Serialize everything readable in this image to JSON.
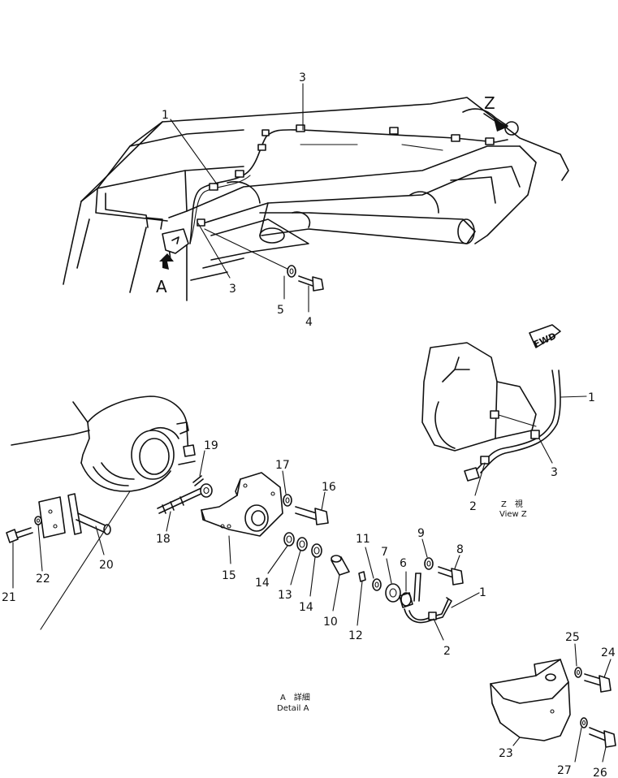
{
  "view_labels": {
    "z": "Z",
    "a": "A"
  },
  "fwd_mark": "FWD",
  "view_z_caption": {
    "jp": "Z　視",
    "en": "View Z"
  },
  "detail_a_caption": {
    "jp": "A　詳細",
    "en": "Detail A"
  },
  "part_callouts": {
    "p1_top": "1",
    "p3_top": "3",
    "p3_bottom": "3",
    "p5": "5",
    "p4": "4",
    "p1_viewz": "1",
    "p3_viewz": "3",
    "p2_viewz": "2",
    "p19": "19",
    "p17": "17",
    "p16": "16",
    "p18": "18",
    "p20": "20",
    "p15": "15",
    "p21": "21",
    "p22": "22",
    "p11": "11",
    "p9": "9",
    "p8": "8",
    "p7": "7",
    "p6": "6",
    "p1_detail": "1",
    "p14a": "14",
    "p13": "13",
    "p14b": "14",
    "p10": "10",
    "p12": "12",
    "p2_detail": "2",
    "p25": "25",
    "p24": "24",
    "p23": "23",
    "p27": "27",
    "p26": "26"
  }
}
